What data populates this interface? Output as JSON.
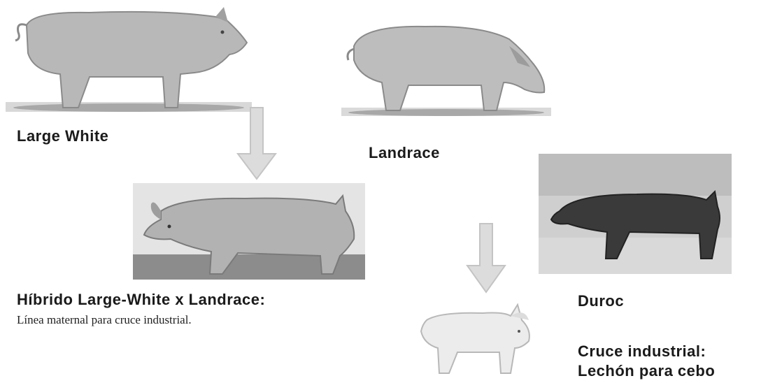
{
  "labels": {
    "large_white": "Large White",
    "landrace": "Landrace",
    "hybrid_title": "Híbrido Large-White x Landrace:",
    "hybrid_sub": "Línea maternal para cruce industrial.",
    "duroc": "Duroc",
    "cross_title": "Cruce industrial:",
    "cross_sub": "Lechón para cebo"
  },
  "colors": {
    "arrow_fill": "#dcdcdc",
    "arrow_stroke": "#c4c4c4",
    "pig_light": "#bdbdbd",
    "pig_dark": "#3a3a3a"
  }
}
